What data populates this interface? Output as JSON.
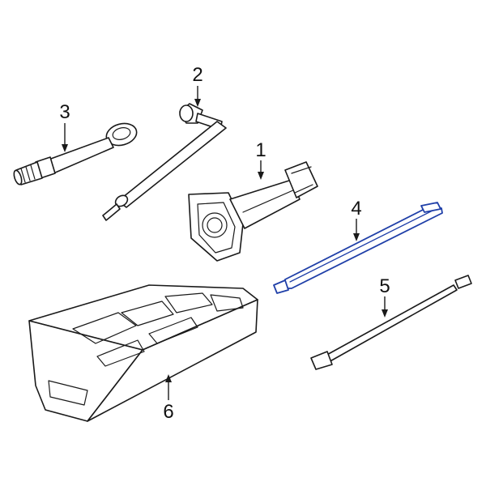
{
  "diagram": {
    "highlight_color": "#1f3fa8",
    "line_color": "#1a1a1a",
    "callouts": [
      {
        "id": "1",
        "label": "1"
      },
      {
        "id": "2",
        "label": "2"
      },
      {
        "id": "3",
        "label": "3"
      },
      {
        "id": "4",
        "label": "4",
        "highlighted": true
      },
      {
        "id": "5",
        "label": "5"
      },
      {
        "id": "6",
        "label": "6"
      }
    ]
  }
}
